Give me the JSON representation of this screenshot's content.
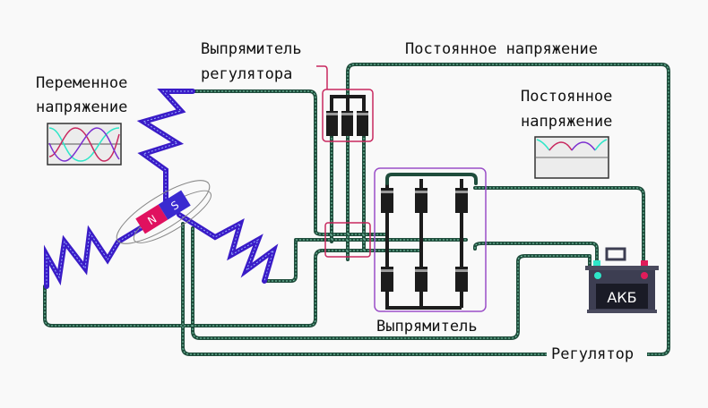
{
  "title": "Схема генератора с выпрямителем и регулятором",
  "labels": {
    "ac_voltage_line1": "Переменное",
    "ac_voltage_line2": "напряжение",
    "dc_voltage_right_line1": "Постоянное",
    "dc_voltage_right_line2": "напряжение",
    "dc_voltage_top": "Постоянное напряжение",
    "regulator_rectifier_line1": "Выпрямитель",
    "regulator_rectifier_line2": "регулятора",
    "rectifier": "Выпрямитель",
    "regulator": "Регулятор",
    "battery": "АКБ",
    "magnet_north": "N",
    "magnet_south": "S"
  },
  "colors": {
    "wire": "#1f4d3c",
    "coil": "#3a1cc7",
    "magnet_north": "#e0115f",
    "magnet_south": "#3a2ad0",
    "regulator_box": "#c8285f",
    "rectifier_box": "#9b4fc8",
    "battery_body": "#3d3e52",
    "terminal_negative": "#2ee6c8",
    "terminal_positive": "#e01c5a",
    "wave_phase1": "#2ee6c8",
    "wave_phase2": "#c8285f",
    "wave_phase3": "#7b2fd0"
  },
  "components": {
    "rectifier_diodes": 6,
    "regulator_diodes": 3,
    "coils": 3
  }
}
